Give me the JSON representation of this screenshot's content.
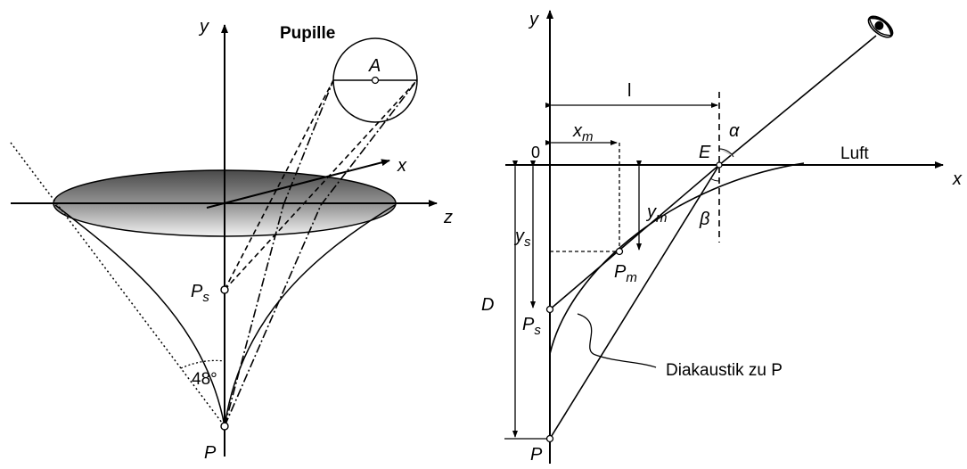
{
  "left": {
    "axis_y": "y",
    "axis_x": "x",
    "axis_z": "z",
    "pupil_title": "Pupille",
    "pupil_point": "A",
    "ps_main": "P",
    "ps_sub": "s",
    "p_label": "P",
    "angle_label": "48°"
  },
  "right": {
    "axis_y": "y",
    "axis_x": "x",
    "origin": "0",
    "l_label": "l",
    "xm_main": "x",
    "xm_sub": "m",
    "ym_main": "y",
    "ym_sub": "m",
    "ys_main": "y",
    "ys_sub": "s",
    "pm_main": "P",
    "pm_sub": "m",
    "ps_main": "P",
    "ps_sub": "s",
    "p_label": "P",
    "d_label": "D",
    "e_label": "E",
    "alpha": "α",
    "beta": "β",
    "luft": "Luft",
    "diakaustik": "Diakaustik zu P"
  }
}
